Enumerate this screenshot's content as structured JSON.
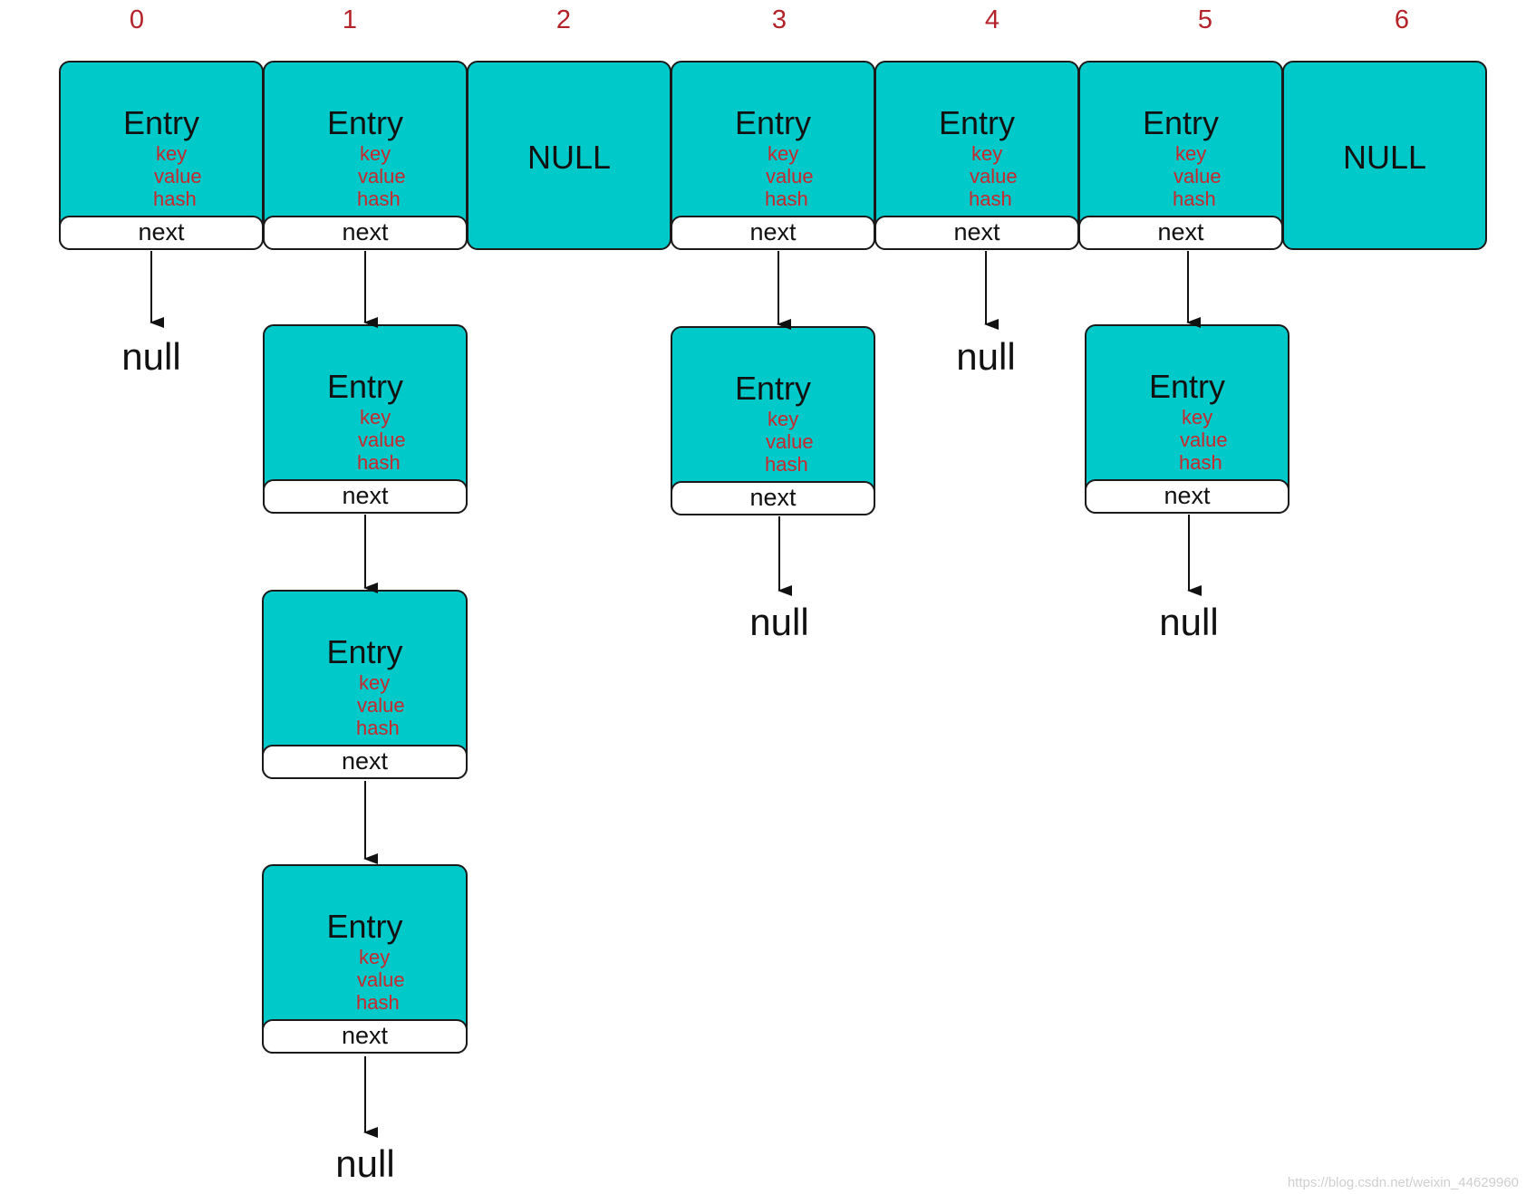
{
  "indices": [
    "0",
    "1",
    "2",
    "3",
    "4",
    "5",
    "6"
  ],
  "null_slot_label": "NULL",
  "entry": {
    "title": "Entry",
    "key": "key",
    "value": "value",
    "hash": "hash",
    "next": "next"
  },
  "chain_end_label": "null",
  "watermark": "https://blog.csdn.net/weixin_44629960",
  "colors": {
    "entry_fill": "#00c9c9",
    "index_text": "#b4222a",
    "field_text": "#c8282e"
  },
  "buckets": [
    {
      "index": "0",
      "type": "entry",
      "chain_length": 1
    },
    {
      "index": "1",
      "type": "entry",
      "chain_length": 4
    },
    {
      "index": "2",
      "type": "null"
    },
    {
      "index": "3",
      "type": "entry",
      "chain_length": 2
    },
    {
      "index": "4",
      "type": "entry",
      "chain_length": 1
    },
    {
      "index": "5",
      "type": "entry",
      "chain_length": 2
    },
    {
      "index": "6",
      "type": "null"
    }
  ]
}
